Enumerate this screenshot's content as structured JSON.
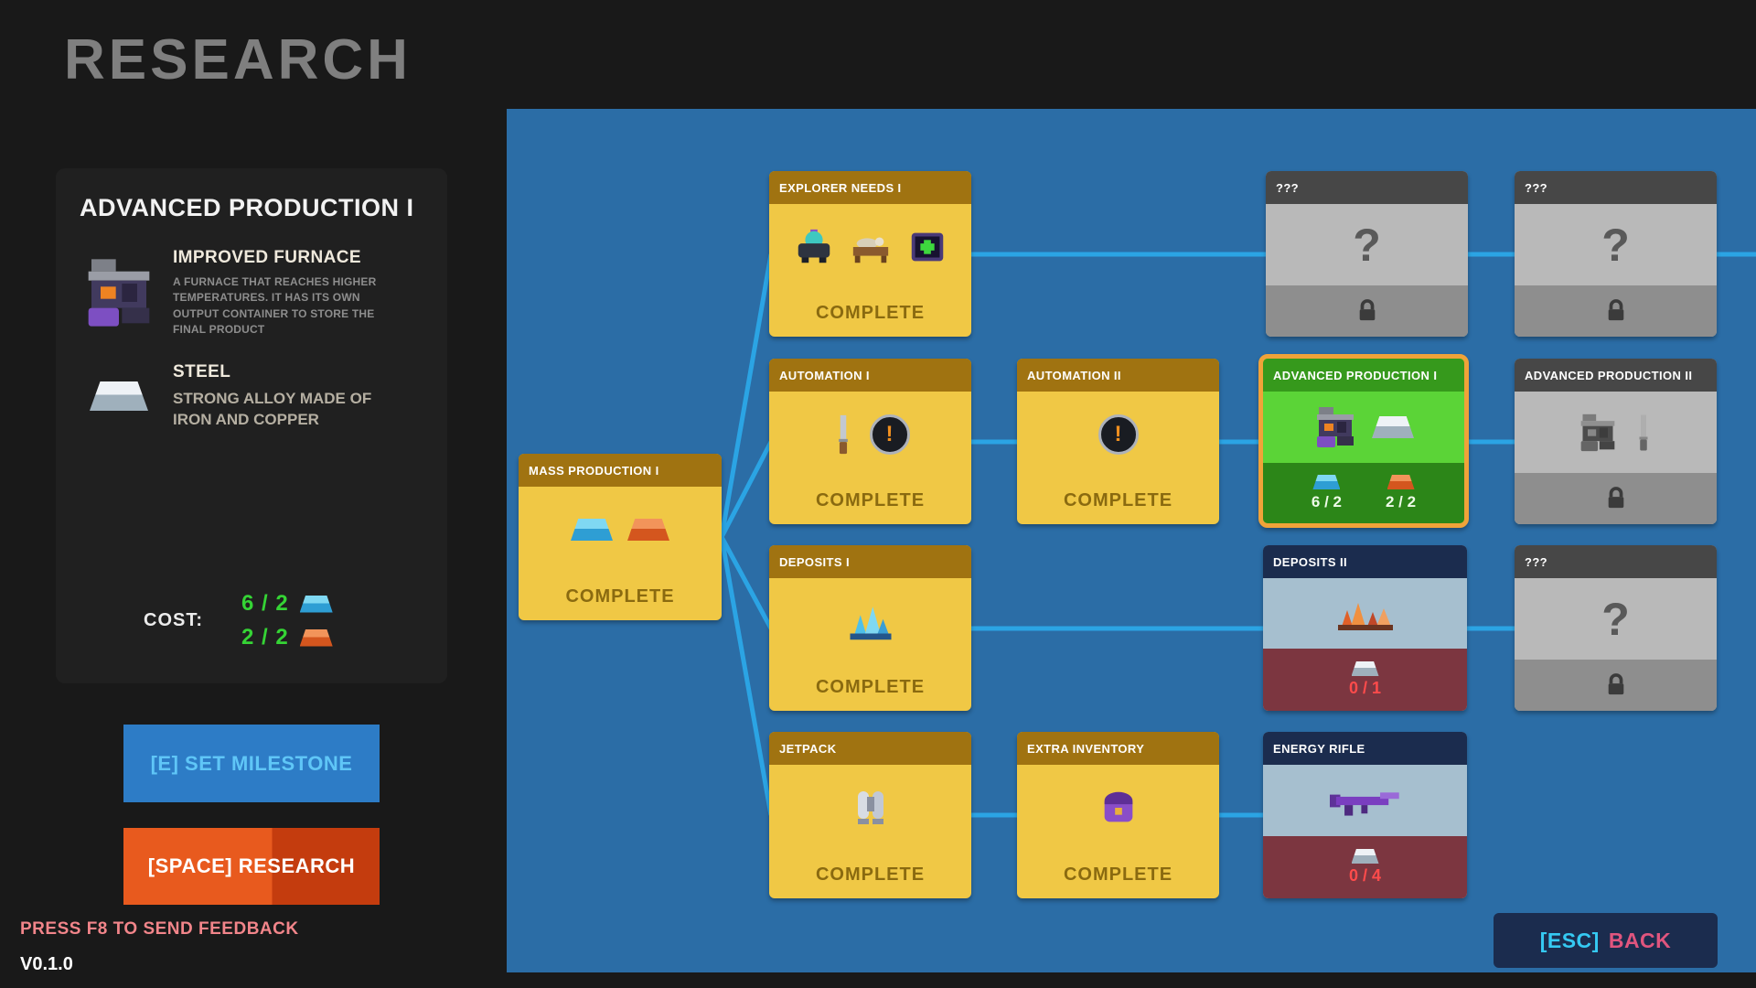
{
  "header": {
    "title": "RESEARCH"
  },
  "panel": {
    "title": "ADVANCED PRODUCTION I",
    "unlocks": [
      {
        "name": "IMPROVED FURNACE",
        "desc": "A FURNACE THAT REACHES HIGHER TEMPERATURES. IT HAS ITS OWN OUTPUT CONTAINER TO STORE THE FINAL PRODUCT"
      },
      {
        "name": "STEEL",
        "desc": "STRONG ALLOY MADE OF IRON AND COPPER"
      }
    ],
    "cost_label": "COST:",
    "costs": [
      {
        "value": "6 / 2",
        "resource": "iron-ingot"
      },
      {
        "value": "2 / 2",
        "resource": "copper-ingot"
      }
    ],
    "milestone_button": "[E] SET MILESTONE",
    "research_button": "[SPACE] RESEARCH"
  },
  "footer": {
    "feedback": "PRESS F8 TO SEND FEEDBACK",
    "version": "V0.1.0"
  },
  "back_button": {
    "key": "[ESC]",
    "label": "BACK"
  },
  "icons": {
    "coin_glyph": "!"
  },
  "nodes": {
    "mass_production_1": {
      "title": "MASS PRODUCTION I",
      "status": "COMPLETE"
    },
    "explorer_needs_1": {
      "title": "EXPLORER NEEDS I",
      "status": "COMPLETE"
    },
    "automation_1": {
      "title": "AUTOMATION I",
      "status": "COMPLETE"
    },
    "automation_2": {
      "title": "AUTOMATION II",
      "status": "COMPLETE"
    },
    "deposits_1": {
      "title": "DEPOSITS I",
      "status": "COMPLETE"
    },
    "jetpack": {
      "title": "JETPACK",
      "status": "COMPLETE"
    },
    "extra_inventory": {
      "title": "EXTRA INVENTORY",
      "status": "COMPLETE"
    },
    "advanced_production_1": {
      "title": "ADVANCED PRODUCTION I",
      "selected": true,
      "costs": [
        {
          "value": "6 / 2",
          "resource": "iron-ingot"
        },
        {
          "value": "2 / 2",
          "resource": "copper-ingot"
        }
      ]
    },
    "advanced_production_2": {
      "title": "ADVANCED PRODUCTION II",
      "locked": true
    },
    "unknown_top_1": {
      "title": "???",
      "glyph": "?",
      "locked": true
    },
    "unknown_top_2": {
      "title": "???",
      "glyph": "?",
      "locked": true
    },
    "unknown_mid": {
      "title": "???",
      "glyph": "?",
      "locked": true
    },
    "deposits_2": {
      "title": "DEPOSITS II",
      "cost": "0 / 1",
      "resource": "steel-ingot"
    },
    "energy_rifle": {
      "title": "ENERGY RIFLE",
      "cost": "0 / 4",
      "resource": "steel-ingot"
    }
  }
}
